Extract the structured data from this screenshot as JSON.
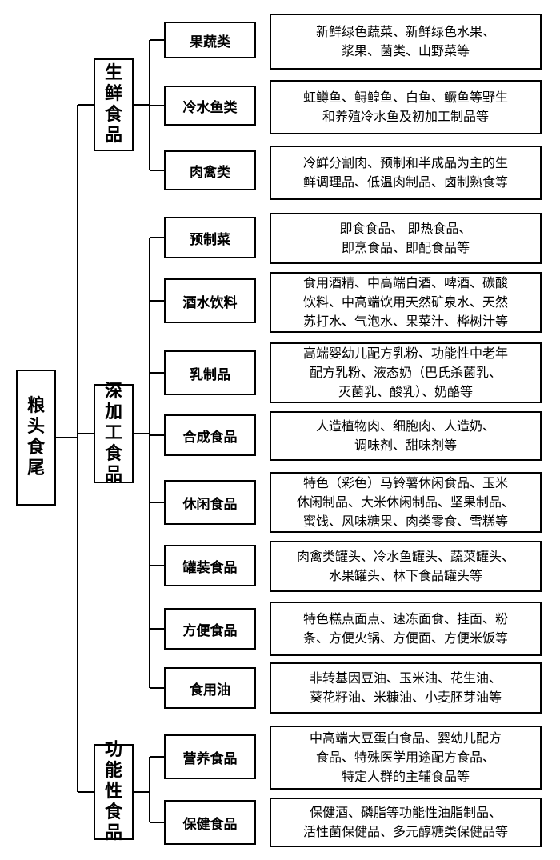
{
  "root": "粮头食尾",
  "categories": [
    {
      "name": "生鲜食品",
      "items": [
        {
          "name": "果蔬类",
          "desc": [
            "新鲜绿色蔬菜、新鲜绿色水果、",
            "浆果、菌类、山野菜等"
          ]
        },
        {
          "name": "冷水鱼类",
          "desc": [
            "虹鳟鱼、鲟鳇鱼、白鱼、鳜鱼等野生",
            "和养殖冷水鱼及初加工制品等"
          ]
        },
        {
          "name": "肉禽类",
          "desc": [
            "冷鲜分割肉、预制和半成品为主的生",
            "鲜调理品、低温肉制品、卤制熟食等"
          ]
        }
      ]
    },
    {
      "name": "深加工食品",
      "items": [
        {
          "name": "预制菜",
          "desc": [
            "即食食品、 即热食品、",
            "即烹食品、即配食品等"
          ]
        },
        {
          "name": "酒水饮料",
          "desc": [
            "食用酒精、中高端白酒、啤酒、碳酸",
            "饮料、中高端饮用天然矿泉水、天然",
            "苏打水、气泡水、果菜汁、桦树汁等"
          ]
        },
        {
          "name": "乳制品",
          "desc": [
            "高端婴幼儿配方乳粉、功能性中老年",
            "配方乳粉、液态奶（巴氏杀菌乳、",
            "灭菌乳、酸乳）、奶酪等"
          ]
        },
        {
          "name": "合成食品",
          "desc": [
            "人造植物肉、细胞肉、人造奶、",
            "调味剂、甜味剂等"
          ]
        },
        {
          "name": "休闲食品",
          "desc": [
            "特色（彩色）马铃薯休闲食品、玉米",
            "休闲制品、大米休闲制品、坚果制品、",
            "蜜饯、风味糖果、肉类零食、雪糕等"
          ]
        },
        {
          "name": "罐装食品",
          "desc": [
            "肉禽类罐头、冷水鱼罐头、蔬菜罐头、",
            "水果罐头、林下食品罐头等"
          ]
        },
        {
          "name": "方便食品",
          "desc": [
            "特色糕点面点、速冻面食、挂面、粉",
            "条、方便火锅、方便面、方便米饭等"
          ]
        },
        {
          "name": "食用油",
          "desc": [
            "非转基因豆油、玉米油、花生油、",
            "葵花籽油、米糠油、小麦胚芽油等"
          ]
        }
      ]
    },
    {
      "name": "功能性食品",
      "items": [
        {
          "name": "营养食品",
          "desc": [
            "中高端大豆蛋白食品、婴幼儿配方",
            "食品、特殊医学用途配方食品、",
            "特定人群的主辅食品等"
          ]
        },
        {
          "name": "保健食品",
          "desc": [
            "保健酒、磷脂等功能性油脂制品、",
            "活性菌保健品、多元醇糖类保健品等"
          ]
        }
      ]
    }
  ]
}
